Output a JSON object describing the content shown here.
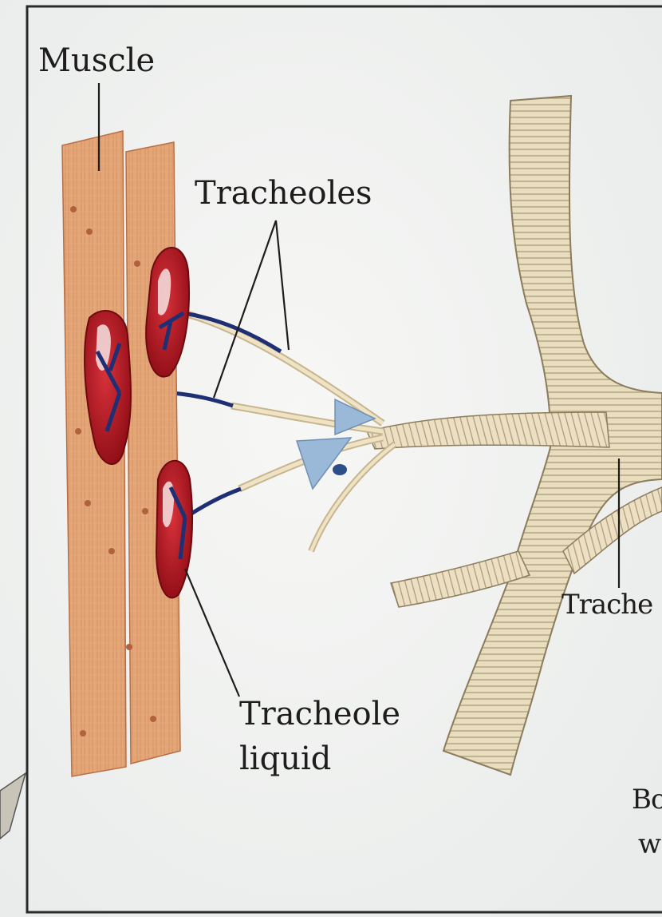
{
  "labels": {
    "muscle": "Muscle",
    "tracheoles": "Tracheoles",
    "tracheole_liquid_line1": "Tracheole",
    "tracheole_liquid_line2": "liquid",
    "trachea_cut": "Trache",
    "cut_text_1": "Bo",
    "cut_text_2": "w"
  },
  "colors": {
    "muscle_fiber": "#e2a274",
    "muscle_fiber_dark": "#c7784f",
    "muscle_cell_red": "#b3141e",
    "muscle_cell_highlight": "#f6e3e3",
    "tracheole_blue": "#1e2f74",
    "trachea_tan": "#e8dcbd",
    "trachea_ring": "#a89874",
    "tracheole_cell_blue": "#9ab8d8",
    "frame": "#2a2a2a"
  }
}
